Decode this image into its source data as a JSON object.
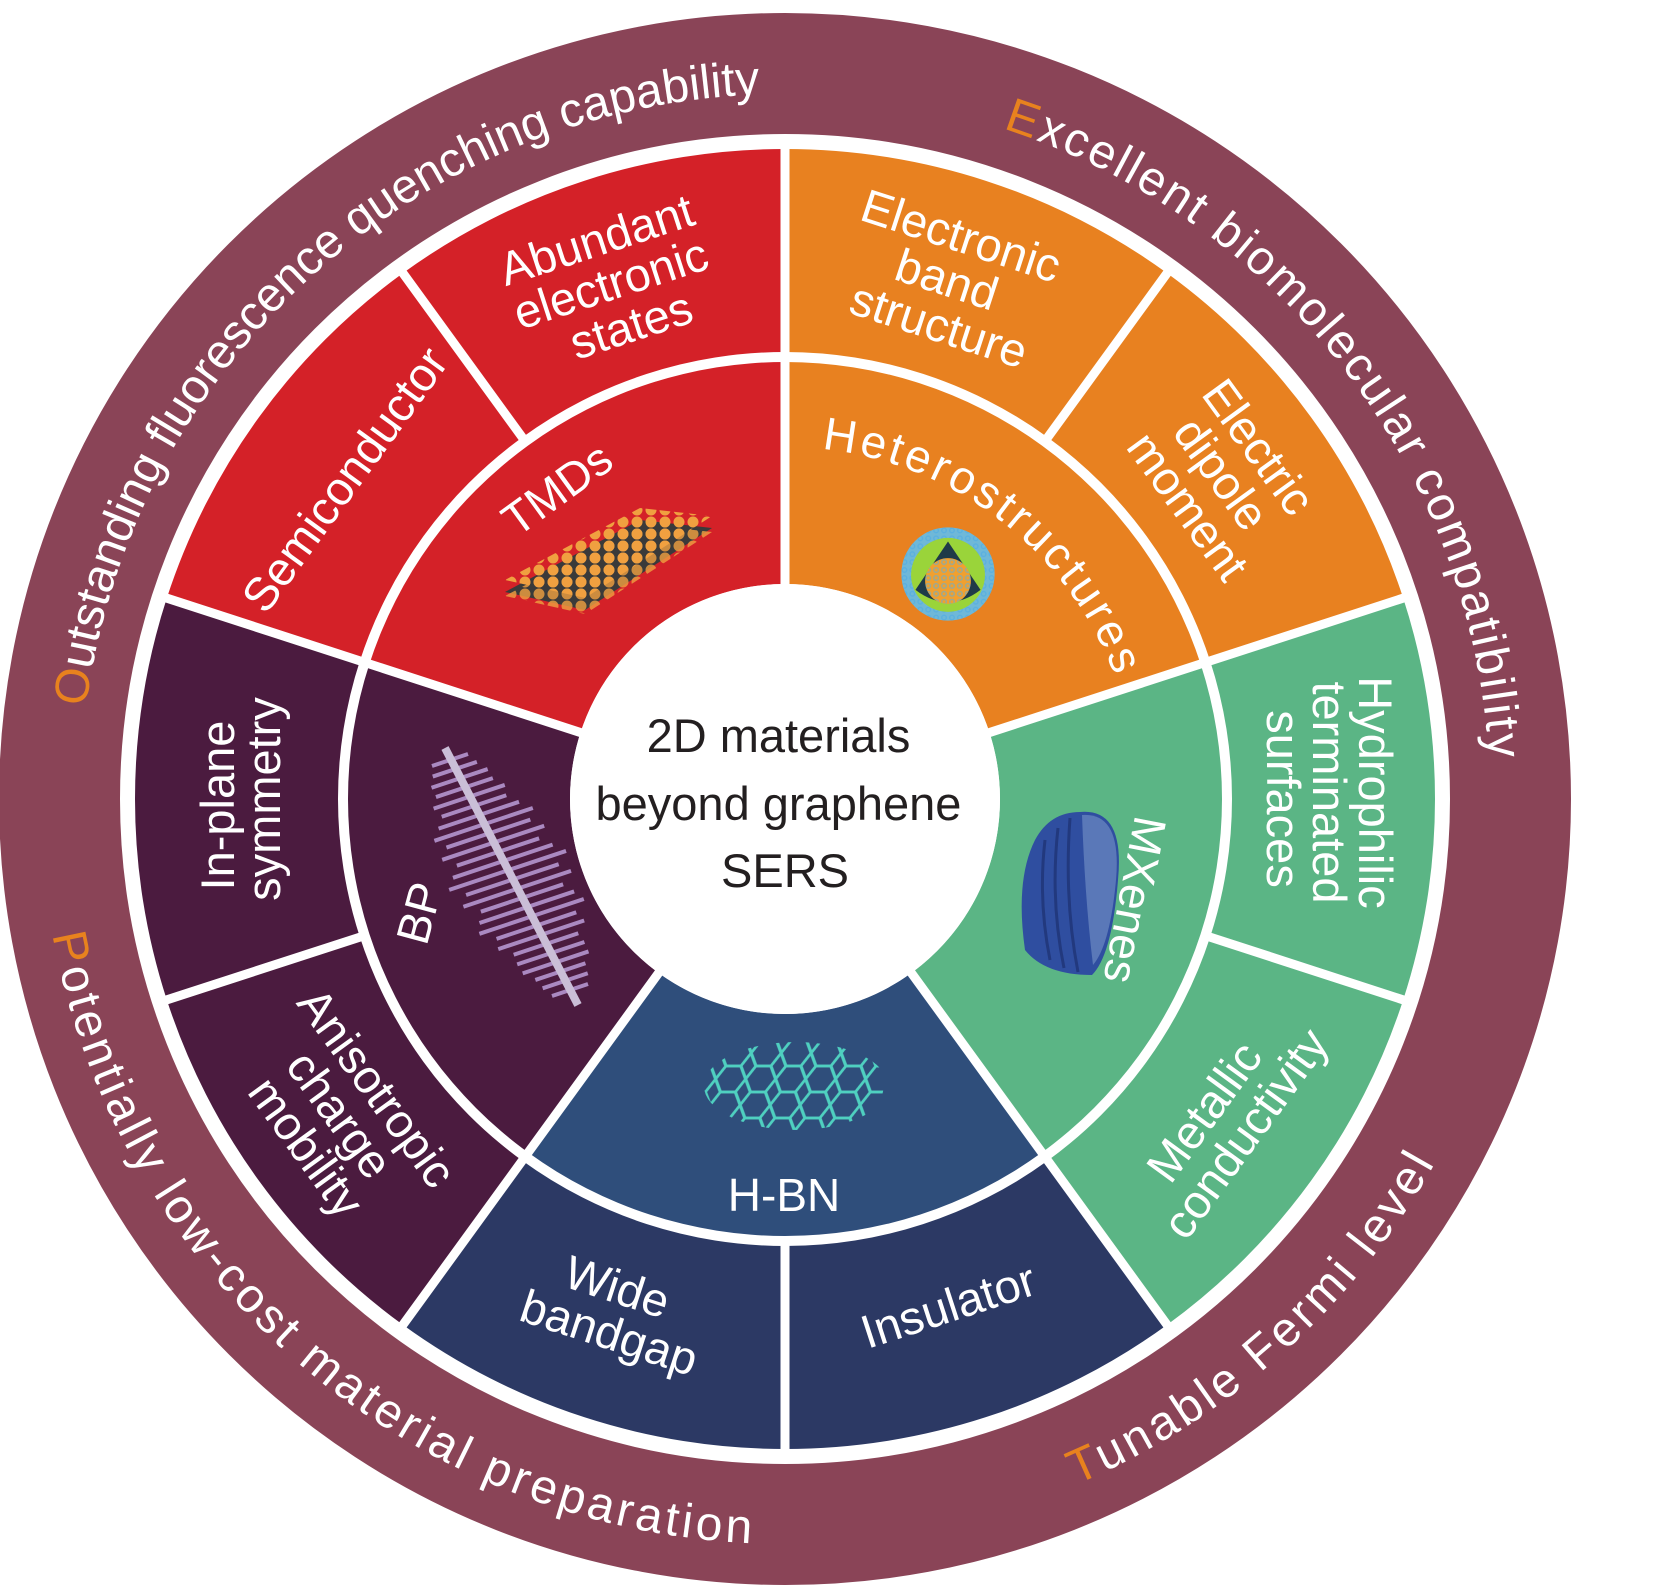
{
  "colors": {
    "ring": "#8a4457",
    "accent_letter": "#e8821e",
    "tmds": "#d42128",
    "heterostructures": "#e88120",
    "mxenes": "#5bb585",
    "hbn_inner": "#2f4e7b",
    "hbn_outer": "#2c3964",
    "bp": "#4b1b3f"
  },
  "center": {
    "lines": [
      "2D materials",
      "beyond graphene",
      "SERS"
    ]
  },
  "ring_texts": {
    "outstanding": {
      "initial": "O",
      "rest": "utstanding fluorescence quenching capability"
    },
    "excellent": {
      "initial": "E",
      "rest": "xcellent biomolecular compatibility"
    },
    "tunable": {
      "initial": "T",
      "rest": "unable Fermi level"
    },
    "potentially": {
      "initial": "P",
      "rest": "otentially low-cost material preparation"
    }
  },
  "materials": {
    "tmds": {
      "label": "TMDs",
      "icon": "layered-lattice-icon",
      "properties": [
        {
          "lines": [
            "Semiconductor"
          ]
        },
        {
          "lines": [
            "Abundant",
            "electronic",
            "states"
          ]
        }
      ]
    },
    "heterostructures": {
      "label": "Heterostructures",
      "icon": "core-shell-sphere-icon",
      "properties": [
        {
          "lines": [
            "Electronic",
            "band",
            "structure"
          ]
        },
        {
          "lines": [
            "Electric",
            "dipole",
            "moment"
          ]
        }
      ]
    },
    "mxenes": {
      "label": "MXenes",
      "icon": "stacked-flake-icon",
      "properties": [
        {
          "lines": [
            "Hydrophilic",
            "terminated",
            "surfaces"
          ]
        },
        {
          "lines": [
            "Metallic",
            "conductivity"
          ]
        }
      ]
    },
    "hbn": {
      "label": "H-BN",
      "icon": "hexagonal-lattice-icon",
      "properties": [
        {
          "lines": [
            "Insulator"
          ]
        },
        {
          "lines": [
            "Wide",
            "bandgap"
          ]
        }
      ]
    },
    "bp": {
      "label": "BP",
      "icon": "starburst-crystal-icon",
      "properties": [
        {
          "lines": [
            "Anisotropic",
            "charge",
            "mobility"
          ]
        },
        {
          "lines": [
            "In-plane",
            "symmetry"
          ]
        }
      ]
    }
  }
}
